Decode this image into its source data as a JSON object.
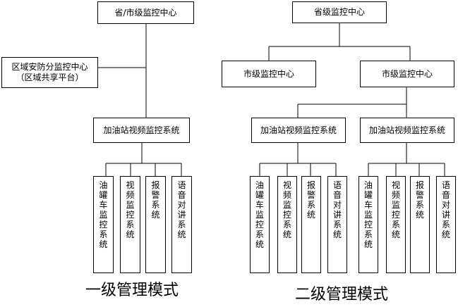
{
  "left": {
    "top_center": "省/市级监控中心",
    "regional_center": {
      "line1": "区域安防分监控中心",
      "line2": "（区域共享平台）"
    },
    "station_system": "加油站视频监控系统",
    "subsystems": [
      "油罐车监控系统",
      "视频监控系统",
      "报警系统",
      "语音对讲系统"
    ],
    "caption": "一级管理模式"
  },
  "right": {
    "top_center": "省级监控中心",
    "city_centers": [
      "市级监控中心",
      "市级监控中心"
    ],
    "station_systems": [
      "加油站视频监控系统",
      "加油站视频监控系统"
    ],
    "subsystems": [
      "油罐车监控系统",
      "视频监控系统",
      "报警系统",
      "语音对讲系统"
    ],
    "caption": "二级管理模式"
  }
}
